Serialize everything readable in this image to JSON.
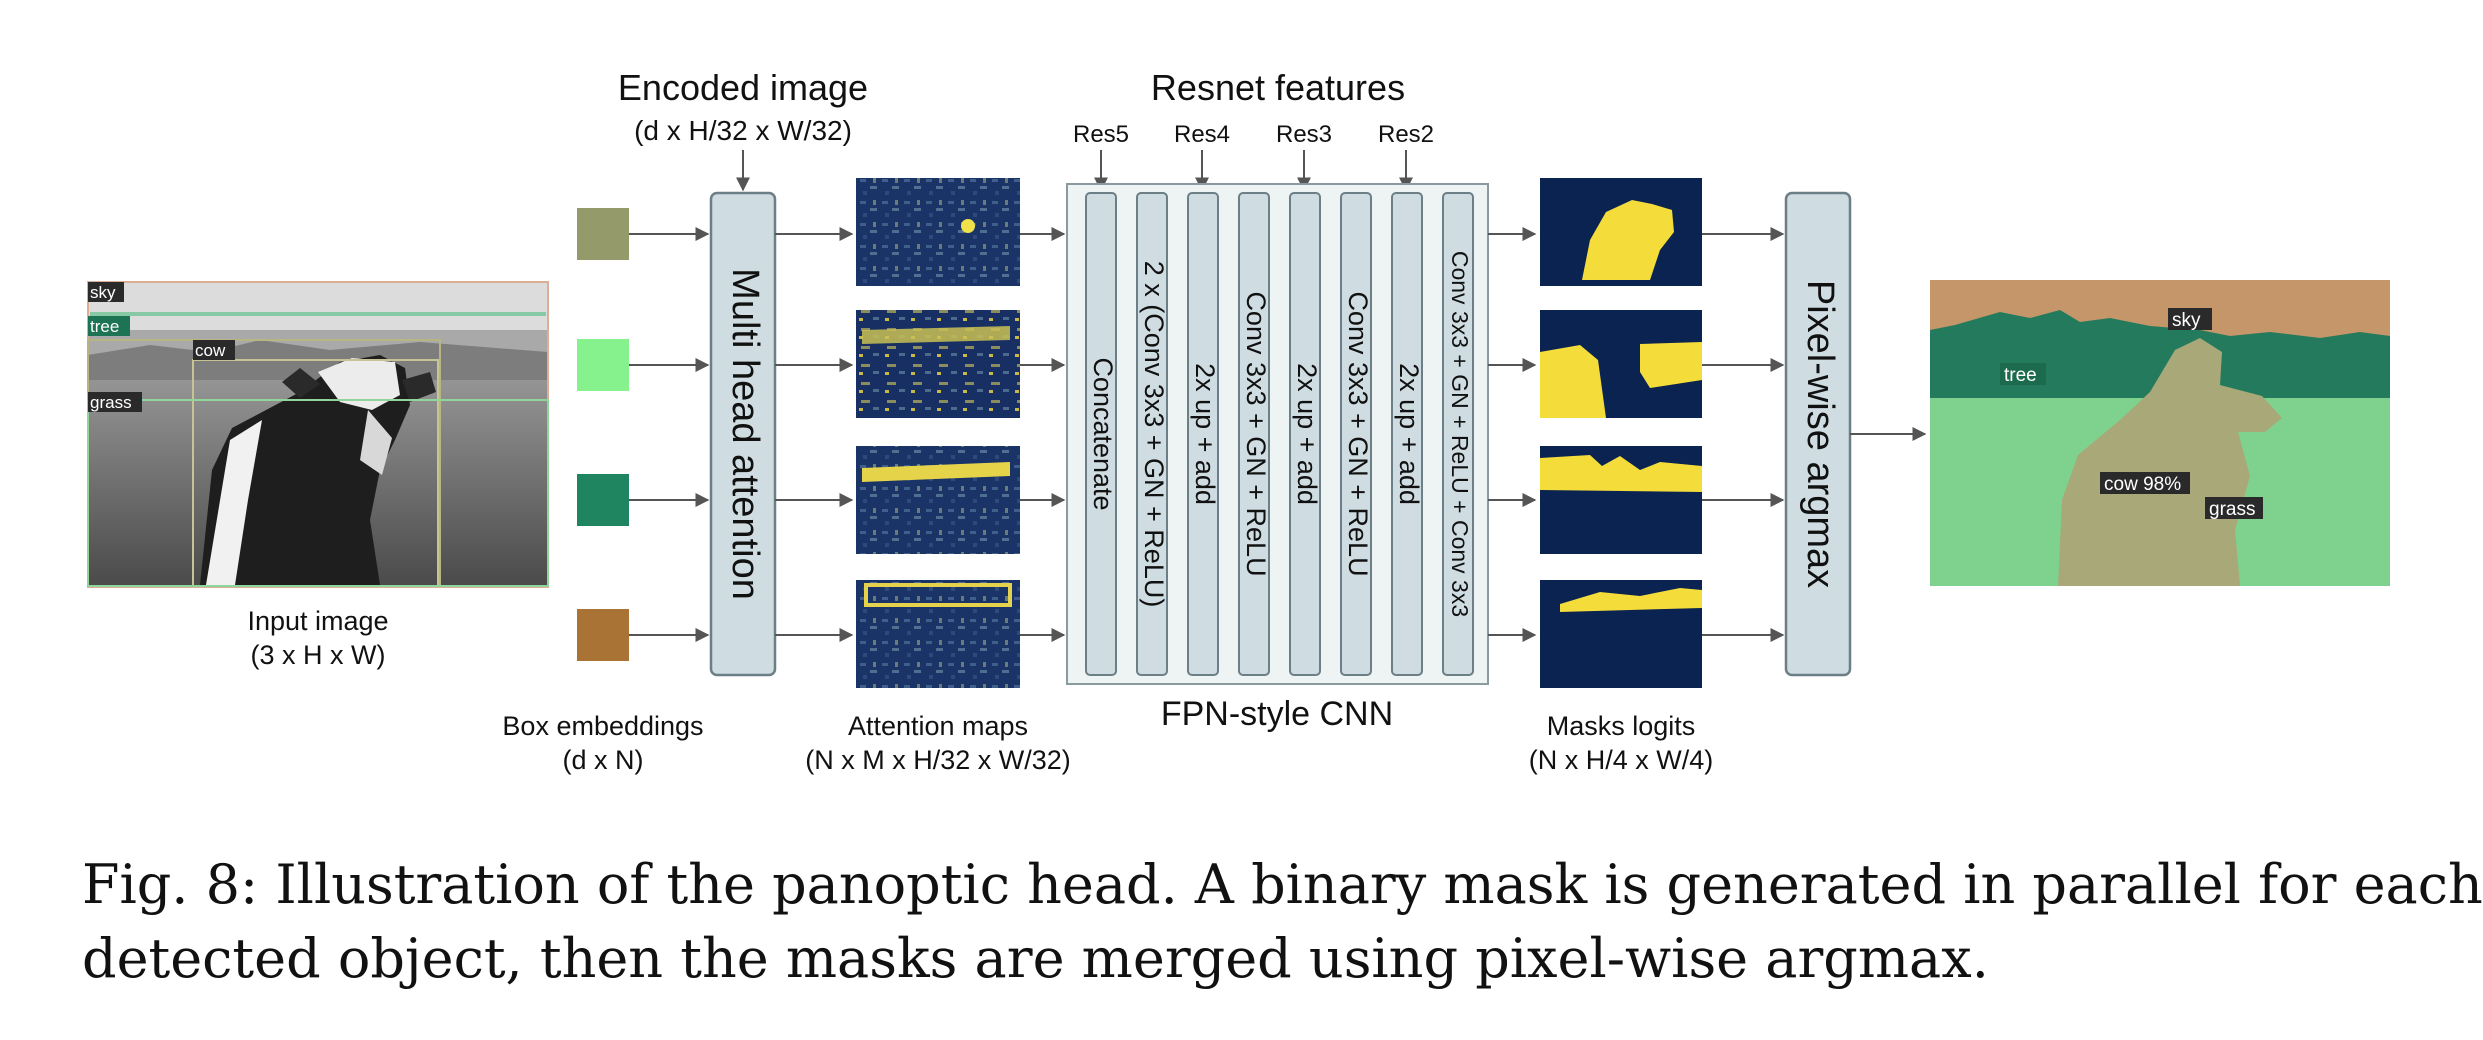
{
  "input": {
    "label": "Input image",
    "dims": "(3 x H x W)",
    "box_labels": [
      "sky",
      "tree",
      "cow",
      "grass"
    ]
  },
  "encoded": {
    "label": "Encoded image",
    "dims": "(d x H/32 x W/32)"
  },
  "attention_block": {
    "label": "Multi head attention"
  },
  "box_embeddings": {
    "label": "Box embeddings",
    "dims": "(d x N)",
    "colors": [
      "#959a6b",
      "#86f28d",
      "#1f8460",
      "#a97336"
    ]
  },
  "attention_maps": {
    "label": "Attention maps",
    "dims": "(N x M x H/32 x W/32)"
  },
  "resnet": {
    "label": "Resnet features",
    "taps": [
      "Res5",
      "Res4",
      "Res3",
      "Res2"
    ]
  },
  "fpn": {
    "label": "FPN-style CNN",
    "layers": [
      "Concatenate",
      "2 x (Conv 3x3 + GN + ReLU)",
      "2x up + add",
      "Conv 3x3 + GN + ReLU",
      "2x up + add",
      "Conv 3x3 + GN + ReLU",
      "2x up + add",
      "Conv 3x3 + GN + ReLU + Conv 3x3"
    ]
  },
  "masks": {
    "label": "Masks logits",
    "dims": "(N x H/4 x W/4)"
  },
  "argmax_block": {
    "label": "Pixel-wise argmax"
  },
  "output": {
    "labels": [
      "sky",
      "tree",
      "cow 98%",
      "grass"
    ]
  },
  "caption": {
    "line1": "Fig. 8: Illustration of the panoptic head. A binary mask is generated in parallel for each",
    "line2": "detected object, then the masks are merged using pixel-wise argmax."
  },
  "colors": {
    "block_fill": "#cfdde2",
    "block_stroke": "#6d7f86",
    "map_bg": "#122a5c",
    "mask_bg": "#0b2350",
    "mask_fg": "#f4dc3a",
    "sky": "#c5966a",
    "tree": "#247a5c",
    "grass": "#7fd28e",
    "cow": "#a8a878"
  }
}
